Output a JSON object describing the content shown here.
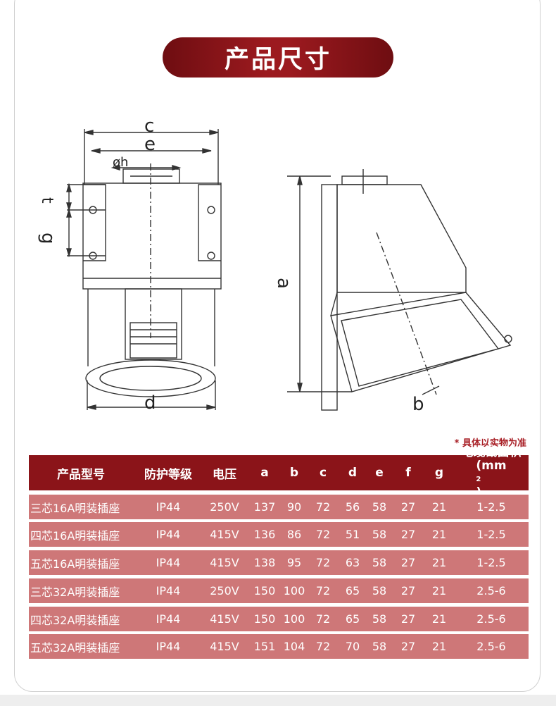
{
  "title": "产品尺寸",
  "note": "* 具体以实物为准",
  "drawing_labels": {
    "c": "c",
    "e": "e",
    "h": "øh",
    "t": "t",
    "g": "g",
    "d": "d",
    "a": "a",
    "b": "b"
  },
  "table": {
    "headers": [
      "产品型号",
      "防护等级",
      "电压",
      "a",
      "b",
      "c",
      "d",
      "e",
      "f",
      "g"
    ],
    "last_header_line1": "电缆截面积",
    "last_header_line2a": "(mm",
    "last_header_sup": "2",
    "last_header_line2b": ")",
    "rows": [
      [
        "三芯16A明装插座",
        "IP44",
        "250V",
        "137",
        "90",
        "72",
        "56",
        "58",
        "27",
        "21",
        "1-2.5"
      ],
      [
        "四芯16A明装插座",
        "IP44",
        "415V",
        "136",
        "86",
        "72",
        "51",
        "58",
        "27",
        "21",
        "1-2.5"
      ],
      [
        "五芯16A明装插座",
        "IP44",
        "415V",
        "138",
        "95",
        "72",
        "63",
        "58",
        "27",
        "21",
        "1-2.5"
      ],
      [
        "三芯32A明装插座",
        "IP44",
        "250V",
        "150",
        "100",
        "72",
        "65",
        "58",
        "27",
        "21",
        "2.5-6"
      ],
      [
        "四芯32A明装插座",
        "IP44",
        "415V",
        "150",
        "100",
        "72",
        "65",
        "58",
        "27",
        "21",
        "2.5-6"
      ],
      [
        "五芯32A明装插座",
        "IP44",
        "415V",
        "151",
        "104",
        "72",
        "70",
        "58",
        "27",
        "21",
        "2.5-6"
      ]
    ]
  },
  "colors": {
    "title_bg": "#9c1a1f",
    "header_bg": "#8b1419",
    "row_bg": "#ce7778",
    "note_text": "#a71c23"
  }
}
